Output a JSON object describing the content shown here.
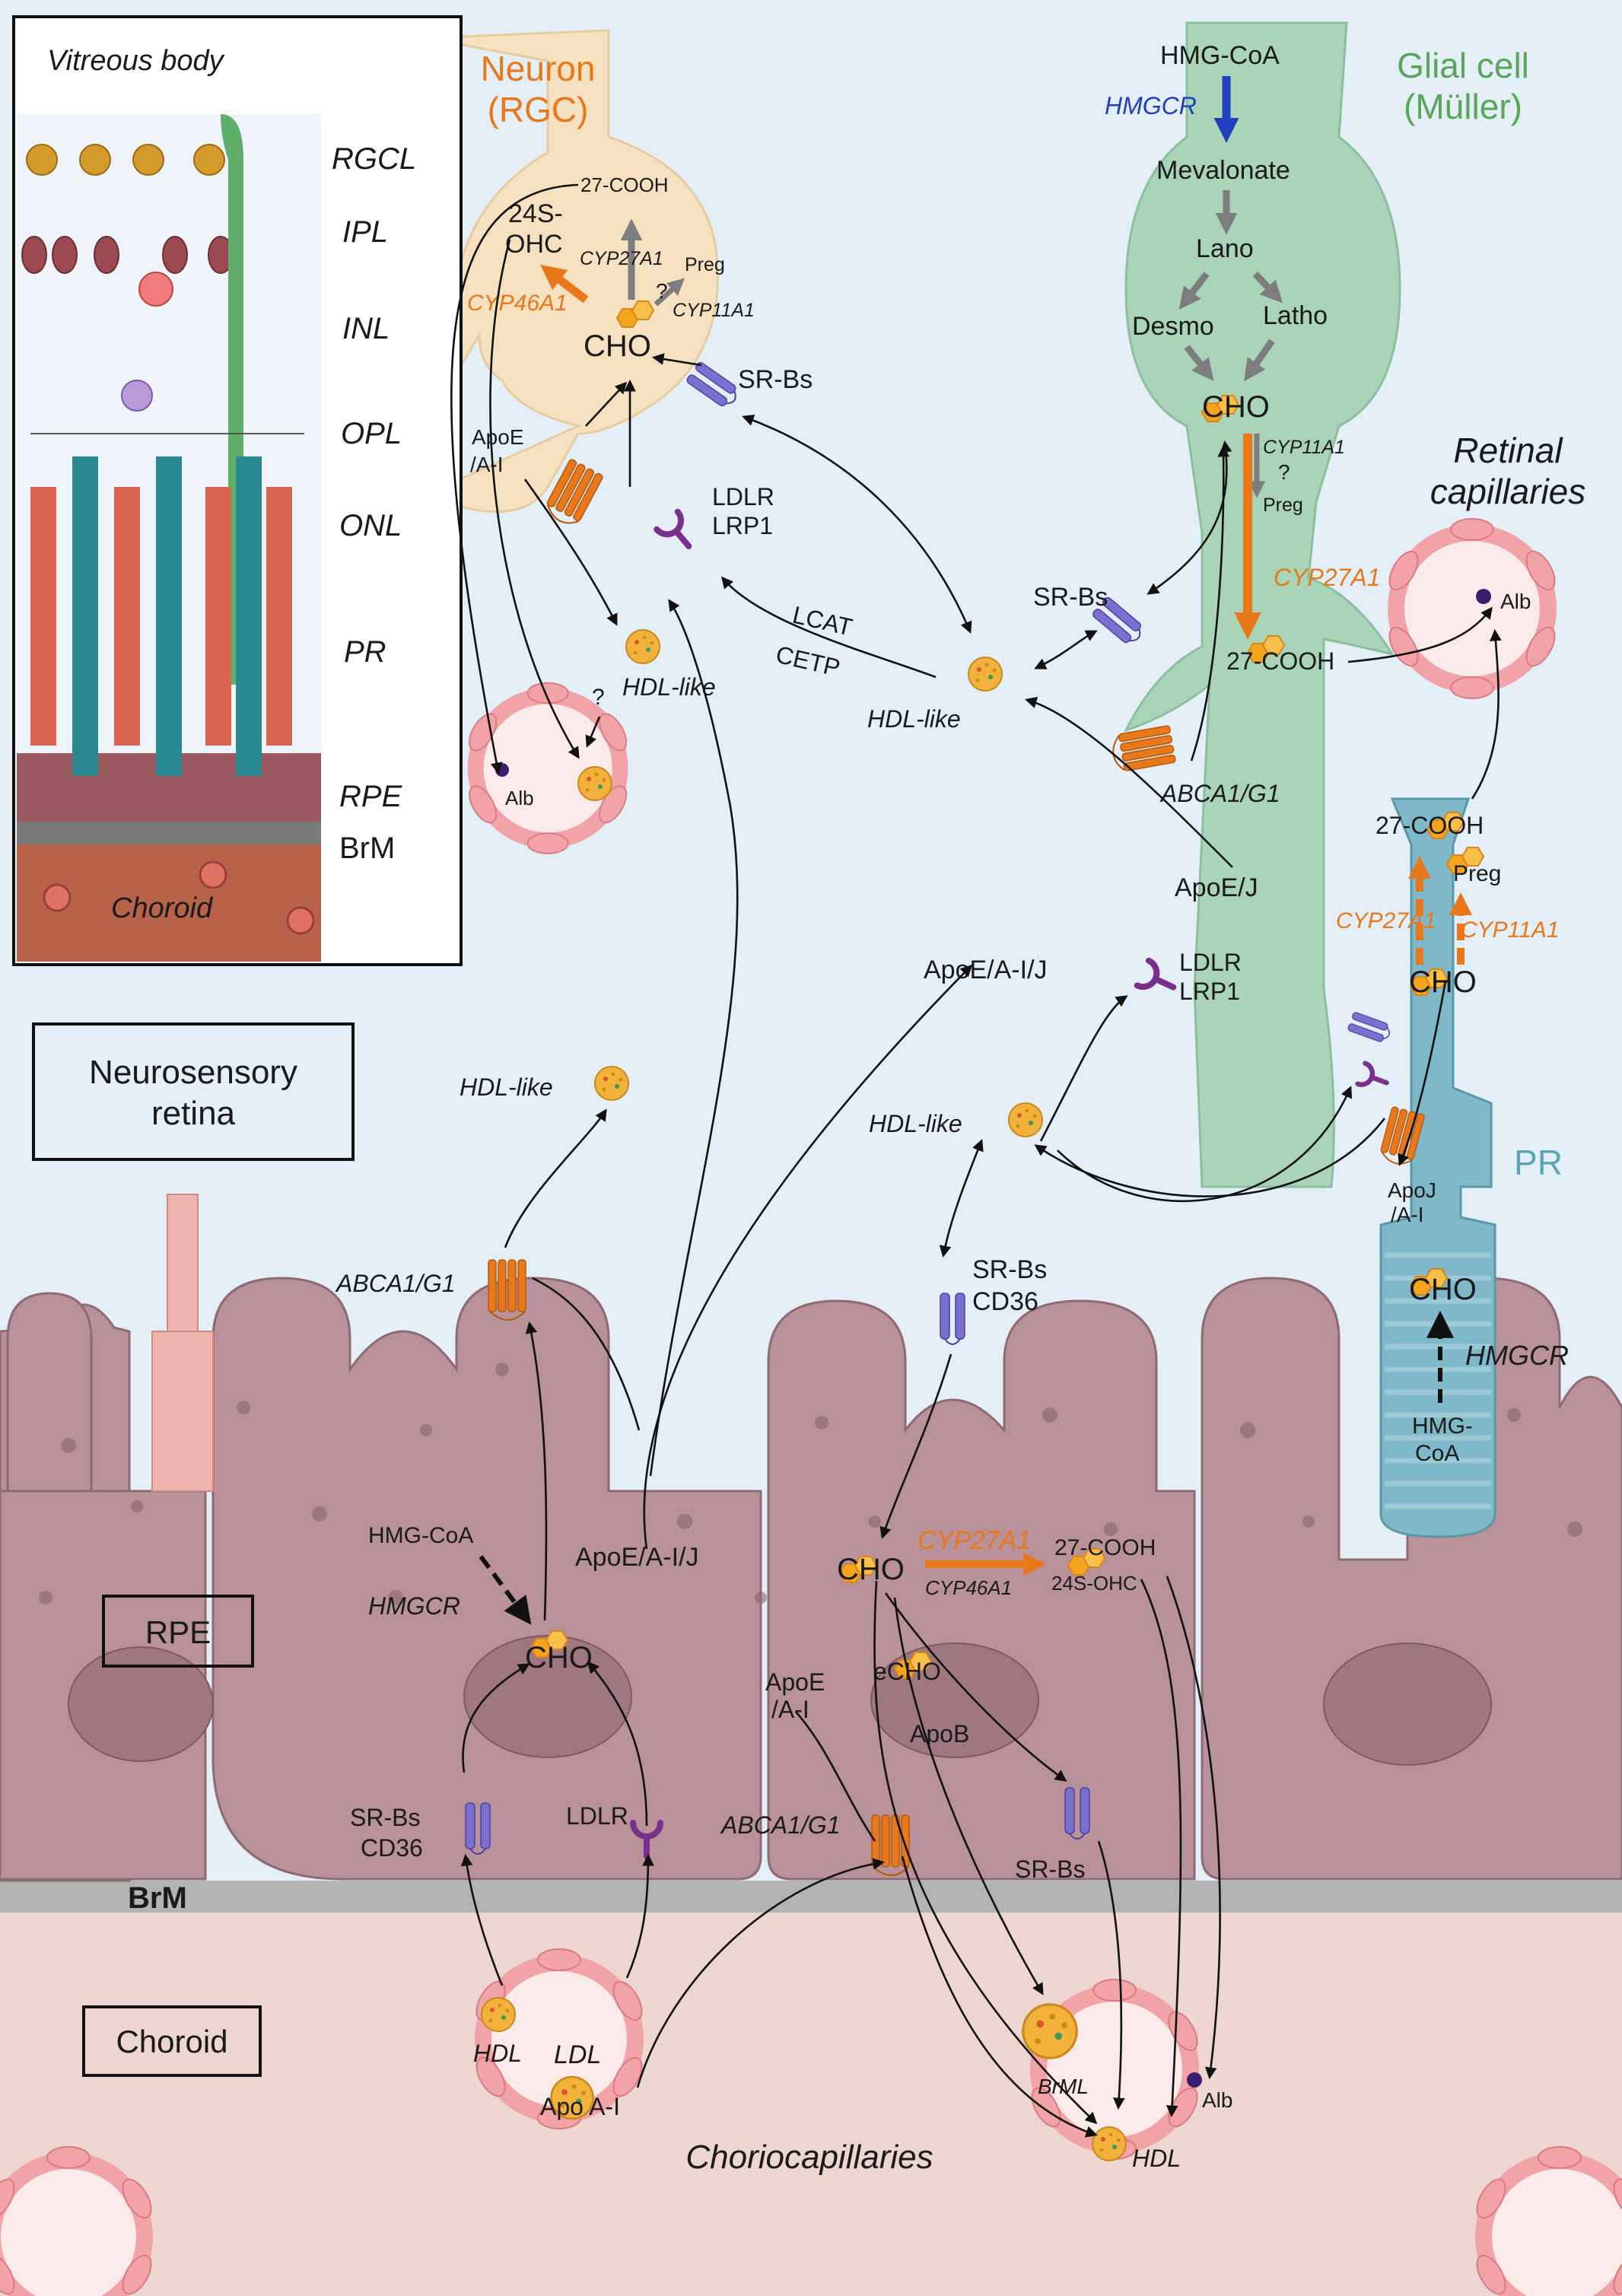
{
  "inset": {
    "vitreous": "Vitreous body",
    "layers": [
      "RGCL",
      "IPL",
      "INL",
      "OPL",
      "ONL",
      "PR",
      "RPE",
      "BrM"
    ],
    "choroid": "Choroid"
  },
  "cells": {
    "neuron": "Neuron",
    "neuron_sub": "(RGC)",
    "glia": "Glial cell",
    "glia_sub": "(Müller)",
    "pr": "PR",
    "retinal_cap_1": "Retinal",
    "retinal_cap_2": "capillaries",
    "neurosensory_1": "Neurosensory",
    "neurosensory_2": "retina",
    "rpe": "RPE",
    "choroid": "Choroid",
    "brm": "BrM",
    "choriocap": "Choriocapillaries"
  },
  "neuron_labels": {
    "c27cooh": "27-COOH",
    "ohc1": "24S-",
    "ohc2": "OHC",
    "cyp27a1": "CYP27A1",
    "preg": "Preg",
    "q": "?",
    "cyp11a1": "CYP11A1",
    "cyp46a1": "CYP46A1",
    "cho": "CHO",
    "srbs": "SR-Bs",
    "apoe1": "ApoE",
    "apoe2": "/A-I",
    "ldlr": "LDLR",
    "lrp1": "LRP1",
    "hdl": "HDL-like",
    "q2": "?",
    "alb": "Alb"
  },
  "glia_labels": {
    "hmgcoa": "HMG-CoA",
    "hmgcr": "HMGCR",
    "mevalonate": "Mevalonate",
    "lano": "Lano",
    "desmo": "Desmo",
    "latho": "Latho",
    "cho": "CHO",
    "cyp11a1": "CYP11A1",
    "q": "?",
    "preg": "Preg",
    "cyp27a1": "CYP27A1",
    "srbs": "SR-Bs",
    "c27cooh": "27-COOH",
    "hdl": "HDL-like",
    "lcat": "LCAT",
    "cetp": "CETP",
    "abca": "ABCA1/G1",
    "apoej": "ApoE/J",
    "ldlr": "LDLR",
    "lrp1": "LRP1",
    "apoeaij": "ApoE/A-I/J",
    "hdl2": "HDL-like",
    "alb": "Alb"
  },
  "pr_labels": {
    "c27cooh": "27-COOH",
    "preg": "Preg",
    "cyp27a1": "CYP27A1",
    "cyp11a1": "CYP11A1",
    "cho": "CHO",
    "apoj1": "ApoJ",
    "apoj2": "/A-I",
    "cho2": "CHO",
    "hmgcr": "HMGCR",
    "hmg1": "HMG-",
    "hmg2": "CoA"
  },
  "rpe_labels": {
    "hdl": "HDL-like",
    "abca_left": "ABCA1/G1",
    "hmgcoa": "HMG-CoA",
    "hmgcr": "HMGCR",
    "cho": "CHO",
    "apoeaij": "ApoE/A-I/J",
    "srbs1": "SR-Bs",
    "cd36_1": "CD36",
    "ldlr": "LDLR",
    "srbs2": "SR-Bs",
    "cd36_2": "CD36",
    "cho2": "CHO",
    "cyp27a1": "CYP27A1",
    "cyp46a1": "CYP46A1",
    "c27cooh": "27-COOH",
    "ohc": "24S-OHC",
    "apoe1": "ApoE",
    "apoe2": "/A-I",
    "echo": "eCHO",
    "apob": "ApoB",
    "abca_mid": "ABCA1/G1",
    "srbs3": "SR-Bs"
  },
  "choroid_labels": {
    "hdl": "HDL",
    "ldl": "LDL",
    "apoai": "Apo A-I",
    "brml": "BrML",
    "alb": "Alb",
    "hdl2": "HDL"
  },
  "colors": {
    "background": "#e3eef7",
    "neuron": "#f5e1bf",
    "glia": "#a9d4b8",
    "pr": "#7fb8c8",
    "rpe": "#b89199",
    "choroid": "#ecd6cf",
    "brm": "#b3b3b3",
    "capillary": "#f2a3a8",
    "enzyme_orange": "#e8781a",
    "hmgcr_blue": "#1f3fbf"
  }
}
